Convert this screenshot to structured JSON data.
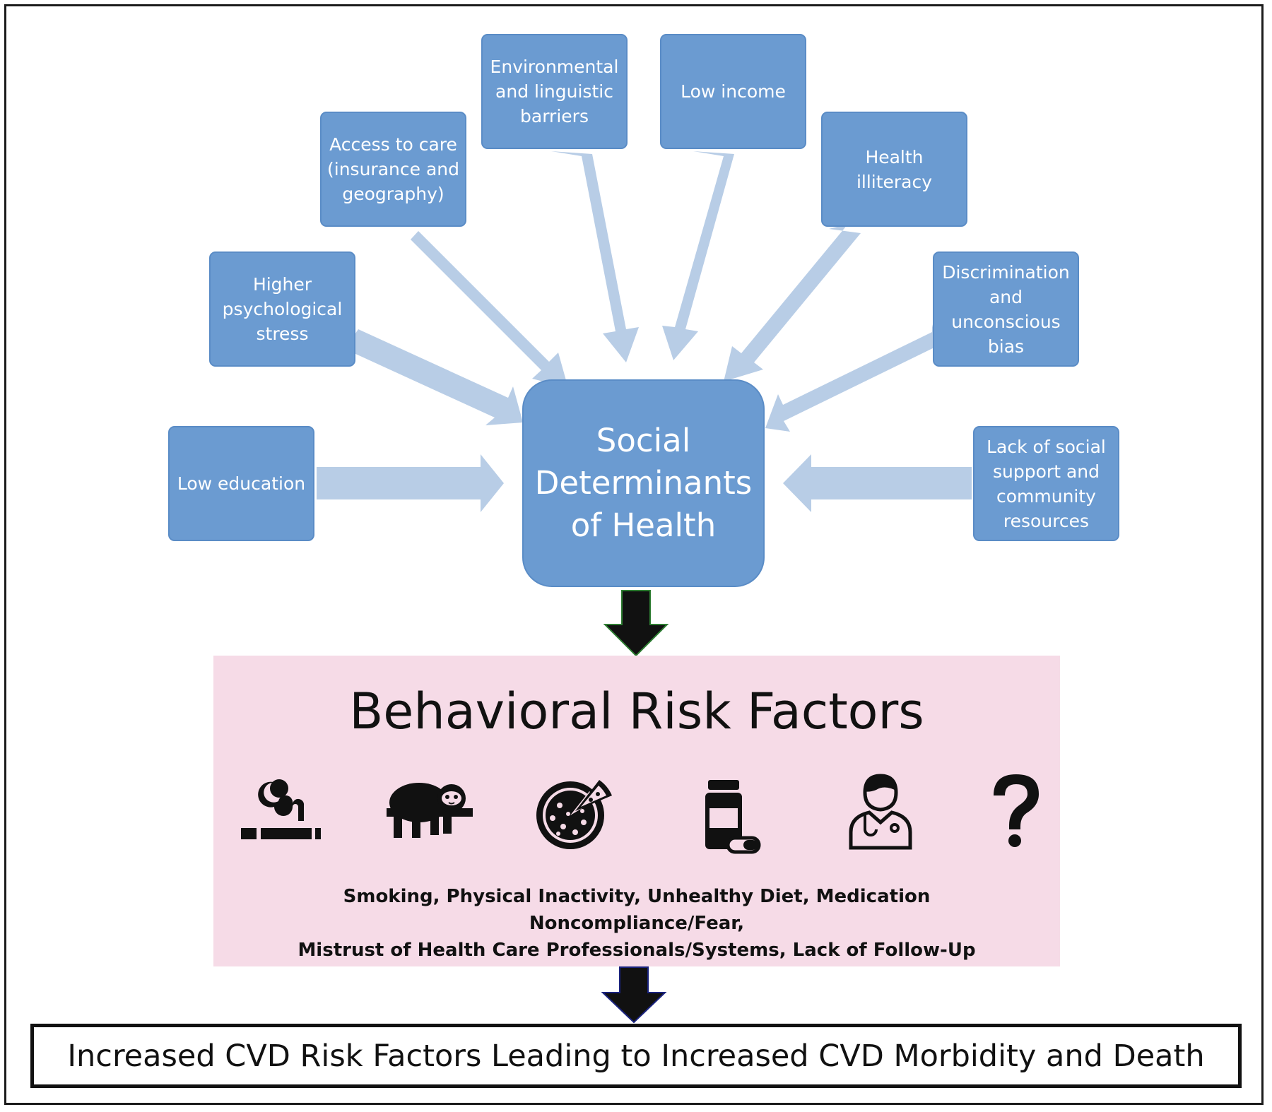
{
  "determinants": [
    {
      "key": "low_education",
      "label": "Low education"
    },
    {
      "key": "psych_stress",
      "label": "Higher\npsychological\nstress"
    },
    {
      "key": "access_care",
      "label": "Access to care\n(insurance and\ngeography)"
    },
    {
      "key": "env_ling",
      "label": "Environmental\nand linguistic\nbarriers"
    },
    {
      "key": "low_income",
      "label": "Low income"
    },
    {
      "key": "health_illiteracy",
      "label": "Health\nilliteracy"
    },
    {
      "key": "discrimination",
      "label": "Discrimination\nand\nunconscious\nbias"
    },
    {
      "key": "social_support",
      "label": "Lack of social\nsupport and\ncommunity\nresources"
    }
  ],
  "center": {
    "label": "Social\nDeterminants\nof Health"
  },
  "behavioral": {
    "title": "Behavioral Risk Factors",
    "icons": [
      "cigarette-icon",
      "sloth-icon",
      "pizza-icon",
      "pill-bottle-icon",
      "doctor-icon",
      "question-mark-icon"
    ],
    "list_line1": "Smoking, Physical Inactivity, Unhealthy Diet, Medication Noncompliance/Fear,",
    "list_line2": "Mistrust of Health Care Professionals/Systems, Lack of Follow-Up"
  },
  "outcome": {
    "label": "Increased CVD Risk Factors Leading to Increased CVD Morbidity and Death"
  },
  "colors": {
    "box": "#6b9bd1",
    "arrow": "#b8cde6",
    "pink": "#f6dbe7",
    "dark_arrow": "#111111"
  }
}
